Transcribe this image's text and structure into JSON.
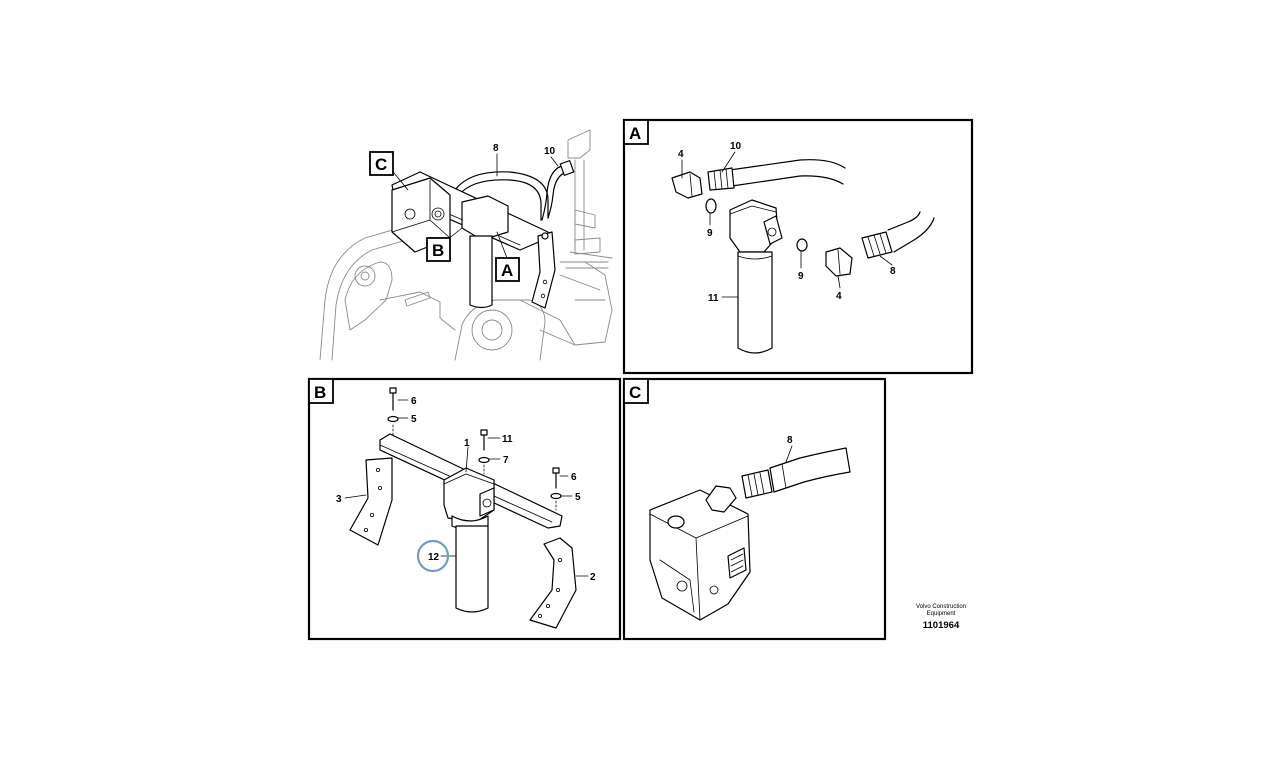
{
  "overview": {
    "view_tags": {
      "c": "C",
      "b": "B",
      "a": "A"
    },
    "callouts": {
      "n8": "8",
      "n10": "10"
    }
  },
  "detail_a": {
    "tag": "A",
    "callouts": {
      "n4a": "4",
      "n10": "10",
      "n9a": "9",
      "n9b": "9",
      "n8": "8",
      "n4b": "4",
      "n11": "11"
    }
  },
  "detail_b": {
    "tag": "B",
    "callouts": {
      "n6a": "6",
      "n5a": "5",
      "n1": "1",
      "n11": "11",
      "n7": "7",
      "n6b": "6",
      "n5b": "5",
      "n3": "3",
      "n12": "12",
      "n2": "2"
    },
    "highlight_color": "#6f9ccf"
  },
  "detail_c": {
    "tag": "C",
    "callouts": {
      "n8": "8"
    }
  },
  "footer": {
    "company_line1": "Volvo Construction",
    "company_line2": "Equipment",
    "drawing_number": "1101964"
  }
}
